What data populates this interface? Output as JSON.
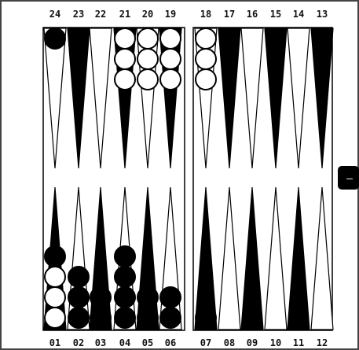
{
  "board": {
    "top_labels": [
      "24",
      "23",
      "22",
      "21",
      "20",
      "19",
      "18",
      "17",
      "16",
      "15",
      "14",
      "13"
    ],
    "bottom_labels": [
      "01",
      "02",
      "03",
      "04",
      "05",
      "06",
      "07",
      "08",
      "09",
      "10",
      "11",
      "12"
    ],
    "point_colors": {
      "1": "black",
      "2": "white",
      "3": "black",
      "4": "white",
      "5": "black",
      "6": "white",
      "7": "black",
      "8": "white",
      "9": "black",
      "10": "white",
      "11": "black",
      "12": "white",
      "13": "black",
      "14": "white",
      "15": "black",
      "16": "white",
      "17": "black",
      "18": "white",
      "19": "black",
      "20": "white",
      "21": "black",
      "22": "white",
      "23": "black",
      "24": "white"
    },
    "checkers": {
      "1": {
        "white": 3,
        "black": 1
      },
      "2": {
        "white": 0,
        "black": 3
      },
      "3": {
        "white": 0,
        "black": 2
      },
      "4": {
        "white": 0,
        "black": 4
      },
      "5": {
        "white": 0,
        "black": 2
      },
      "6": {
        "white": 0,
        "black": 2
      },
      "7": {
        "white": 0,
        "black": 1
      },
      "18": {
        "white": 3,
        "black": 0
      },
      "19": {
        "white": 3,
        "black": 0
      },
      "20": {
        "white": 3,
        "black": 0
      },
      "21": {
        "white": 3,
        "black": 0
      },
      "24": {
        "white": 0,
        "black": 1
      }
    },
    "side_button_label": "–",
    "colors": {
      "frame": "#000000",
      "board_bg": "#ffffff",
      "black_checker": "#000000",
      "white_checker": "#ffffff"
    }
  }
}
